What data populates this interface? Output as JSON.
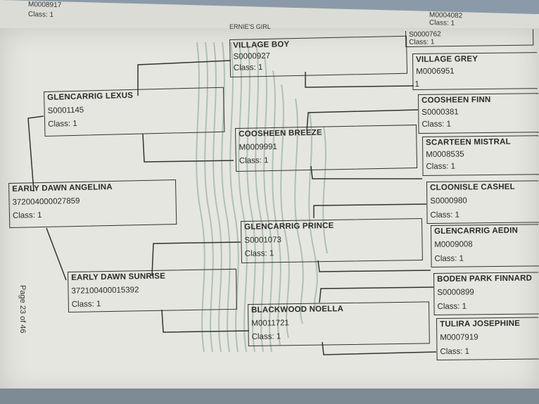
{
  "top_fragments": {
    "reg_left": "M0008917",
    "class_left": "Class: 1",
    "reg_right": "M0004082",
    "class_right": "Class: 1",
    "stray_label": "ERNIE'S GIRL"
  },
  "pedigree": {
    "dam": {
      "name": "EARLY DAWN ANGELINA",
      "reg": "372004000027859",
      "class": "Class: 1"
    },
    "sire": {
      "name": "GLENCARRIG LEXUS",
      "reg": "S0001145",
      "class": "Class: 1"
    },
    "dam_dam": {
      "name": "EARLY DAWN SUNRISE",
      "reg": "372100400015392",
      "class": "Class: 1"
    },
    "gen3": [
      {
        "name": "VILLAGE BOY",
        "reg": "S0000927",
        "class": "Class: 1"
      },
      {
        "name": "COOSHEEN BREEZE",
        "reg": "M0009991",
        "class": "Class: 1"
      },
      {
        "name": "GLENCARRIG PRINCE",
        "reg": "S0001073",
        "class": "Class: 1"
      },
      {
        "name": "BLACKWOOD NOELLA",
        "reg": "M0011721",
        "class": "Class: 1"
      }
    ],
    "gen4": [
      {
        "name": "",
        "reg": "S0000762",
        "class": "Class: 1"
      },
      {
        "name": "VILLAGE GREY",
        "reg": "M0006951",
        "class": "1"
      },
      {
        "name": "COOSHEEN FINN",
        "reg": "S0000381",
        "class": "Class: 1"
      },
      {
        "name": "SCARTEEN MISTRAL",
        "reg": "M0008535",
        "class": "Class: 1"
      },
      {
        "name": "CLOONISLE CASHEL",
        "reg": "S0000980",
        "class": "Class: 1"
      },
      {
        "name": "GLENCARRIG AEDIN",
        "reg": "M0009008",
        "class": "Class: 1"
      },
      {
        "name": "BODEN PARK FINNARD",
        "reg": "S0000899",
        "class": "Class: 1"
      },
      {
        "name": "TULIRA JOSEPHINE",
        "reg": "M0007919",
        "class": "Class: 1"
      }
    ]
  },
  "page_label": "Page 23 of 46",
  "colors": {
    "paper": "#e6e6e0",
    "ink": "#2a2a2a",
    "watermark": "#8fae9c"
  }
}
